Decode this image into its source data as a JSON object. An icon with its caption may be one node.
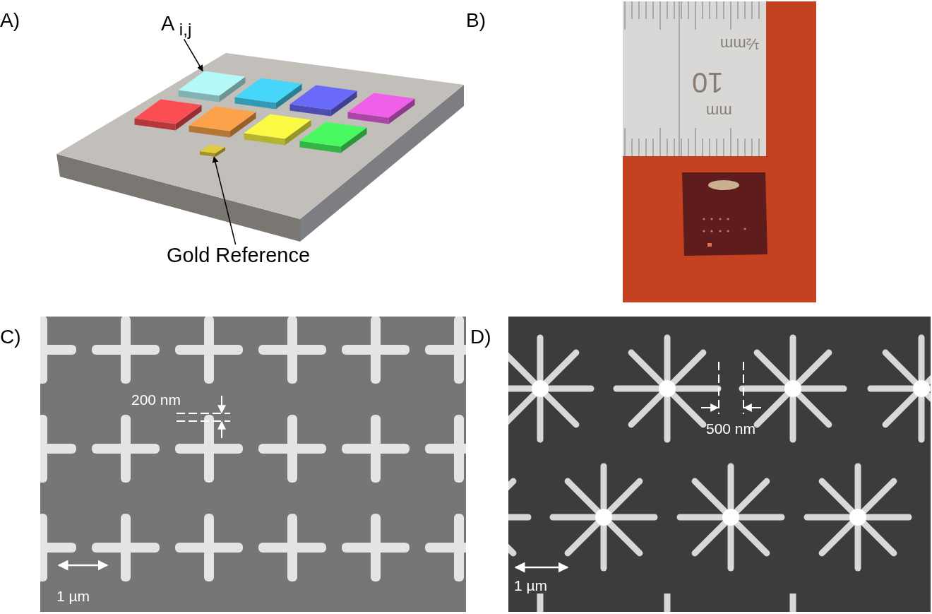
{
  "diagram": {
    "nodes": [
      {
        "text": [
          "A $_{i,j}$"
        ]
      },
      {
        "text": [],
        "shape": "box"
      },
      {
        "text": [
          "Gold Reference"
        ]
      },
      {
        "text": [],
        "shape": "box"
      }
    ],
    "edges": [
      {
        "from": 0,
        "to": 1,
        "arrow": "to"
      },
      {
        "from": 2,
        "to": 3,
        "arrow": "to"
      }
    ],
    "labels": [
      "A)",
      "B)",
      "½mm",
      "10",
      "mm",
      "C)",
      "200 nm",
      "1 µm",
      "D)",
      "500 nm",
      "1 µm"
    ]
  }
}
